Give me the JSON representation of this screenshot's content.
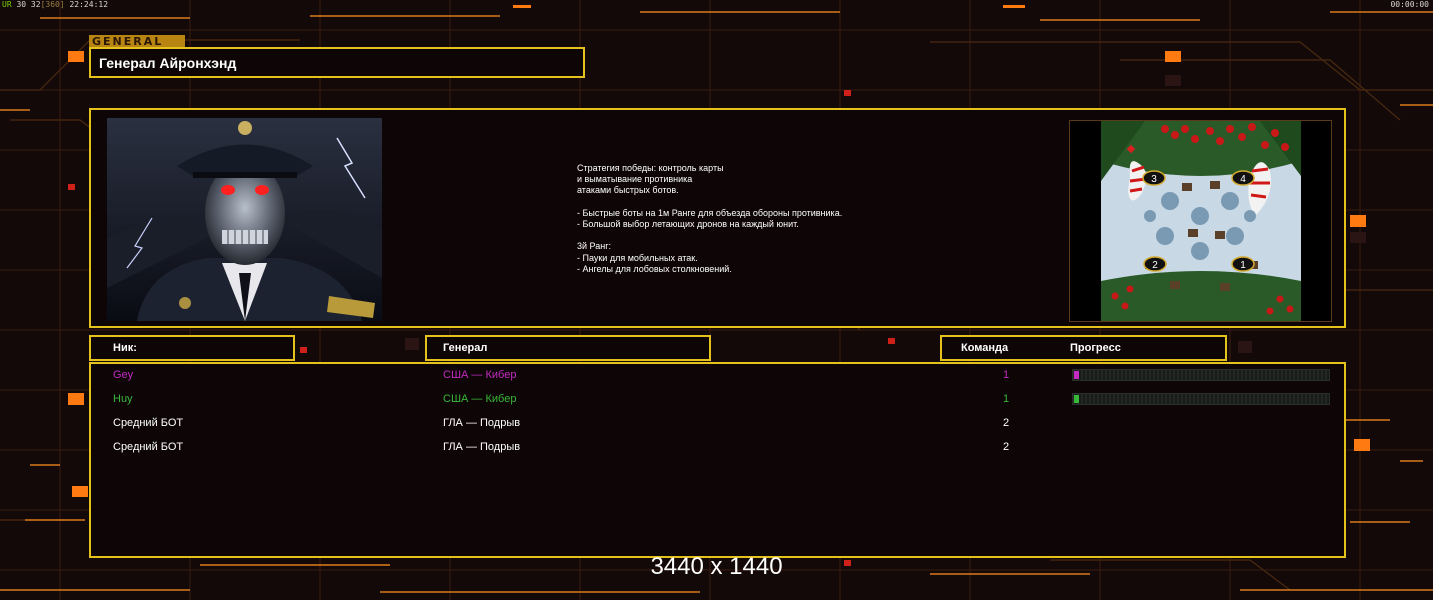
{
  "hud": {
    "stats_prefix": "UR",
    "stats_a": "30 32",
    "stats_b": "[360]",
    "stats_time": "22:24:12",
    "timer": "00:00:00"
  },
  "general": {
    "tab_label": "GENERAL",
    "title": "Генерал Айронхэнд",
    "strategy_text": "Стратегия победы: контроль карты\nи выматывание противника\nатаками быстрых ботов.\n\n- Быстрые боты на 1м Ранге для объезда обороны противника.\n- Большой выбор летающих дронов на каждый юнит.\n\n3й Ранг:\n- Пауки для мобильных атак.\n- Ангелы для лобовых столкновений."
  },
  "minimap": {
    "spawn_labels": [
      "3",
      "4",
      "2",
      "1"
    ]
  },
  "table": {
    "headers": {
      "nick": "Ник:",
      "general": "Генерал",
      "team": "Команда",
      "progress": "Прогресс"
    },
    "players": [
      {
        "nick": "Gey",
        "general": "США — Кибер",
        "team": "1",
        "color": "#c22bc2",
        "progress": 0.02,
        "show_progress": true
      },
      {
        "nick": "Huy",
        "general": "США — Кибер",
        "team": "1",
        "color": "#38b838",
        "progress": 0.02,
        "show_progress": true
      },
      {
        "nick": "Средний БОТ",
        "general": "ГЛА — Подрыв",
        "team": "2",
        "color": "#ffffff",
        "progress": 0,
        "show_progress": false
      },
      {
        "nick": "Средний БОТ",
        "general": "ГЛА — Подрыв",
        "team": "2",
        "color": "#ffffff",
        "progress": 0,
        "show_progress": false
      }
    ]
  },
  "resolution_caption": "3440 x 1440",
  "colors": {
    "frame": "#e4c21b",
    "accent_orange": "#ff7a10",
    "background": "#140909"
  }
}
